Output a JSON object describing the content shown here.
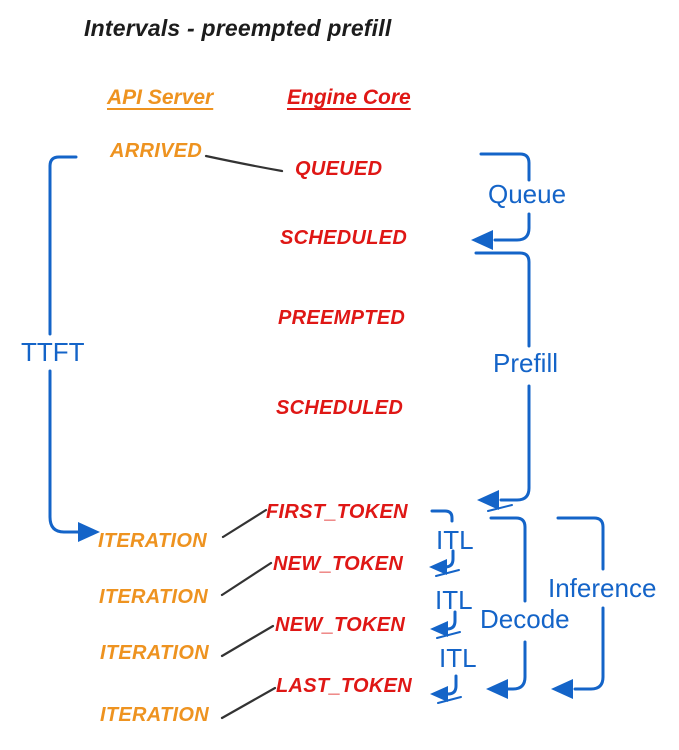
{
  "title": "Intervals - preempted prefill",
  "headers": {
    "api_server": "API Server",
    "engine_core": "Engine Core"
  },
  "events": {
    "api_server": {
      "arrived": "ARRIVED",
      "iteration_1": "ITERATION",
      "iteration_2": "ITERATION",
      "iteration_3": "ITERATION",
      "iteration_4": "ITERATION"
    },
    "engine_core": {
      "queued": "QUEUED",
      "scheduled_1": "SCHEDULED",
      "preempted": "PREEMPTED",
      "scheduled_2": "SCHEDULED",
      "first_token": "FIRST_TOKEN",
      "new_token_1": "NEW_TOKEN",
      "new_token_2": "NEW_TOKEN",
      "last_token": "LAST_TOKEN"
    }
  },
  "intervals": {
    "ttft": "TTFT",
    "queue": "Queue",
    "prefill": "Prefill",
    "itl_1": "ITL",
    "itl_2": "ITL",
    "itl_3": "ITL",
    "decode": "Decode",
    "inference": "Inference"
  },
  "palette": {
    "api_server_color": "#ee9320",
    "engine_core_color": "#df1715",
    "interval_color": "#1464c8",
    "arrow_color": "#333333",
    "title_color": "#1c1c1c",
    "background": "#ffffff"
  }
}
